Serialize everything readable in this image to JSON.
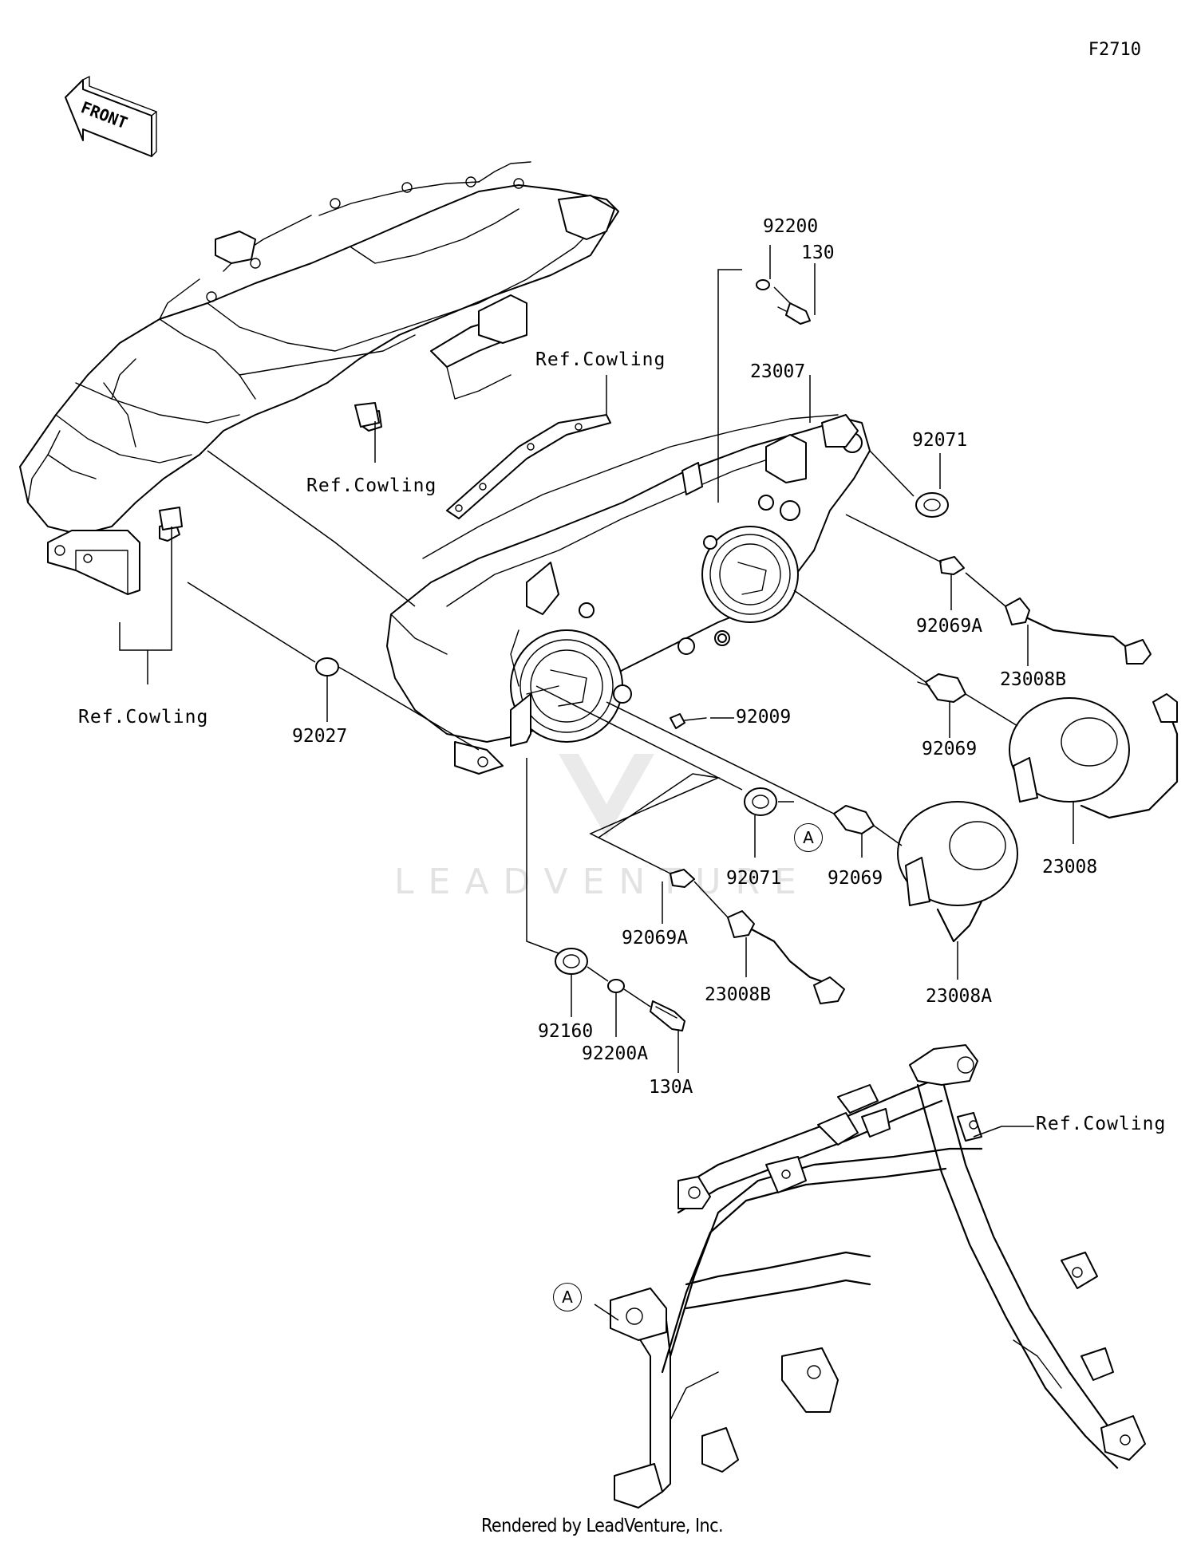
{
  "figure_code": "F2710",
  "front_arrow_text": "FRONT",
  "footer": "Rendered by LeadVenture, Inc.",
  "watermark": "LEADVENTURE",
  "callouts": {
    "A_upper": "A",
    "A_lower": "A"
  },
  "labels": {
    "p92200": "92200",
    "p130": "130",
    "ref_cowling_top": "Ref.Cowling",
    "p23007": "23007",
    "ref_cowling_mid": "Ref.Cowling",
    "p92071_top": "92071",
    "p92069A_right": "92069A",
    "p23008B_right": "23008B",
    "ref_cowling_left": "Ref.Cowling",
    "p92027": "92027",
    "p92009": "92009",
    "p92069_right": "92069",
    "p23008": "23008",
    "p92071_bottom": "92071",
    "p92069_mid": "92069",
    "p92069A_mid": "92069A",
    "p23008B_mid": "23008B",
    "p23008A": "23008A",
    "p92160": "92160",
    "p92200A": "92200A",
    "p130A": "130A",
    "ref_cowling_frame": "Ref.Cowling"
  }
}
